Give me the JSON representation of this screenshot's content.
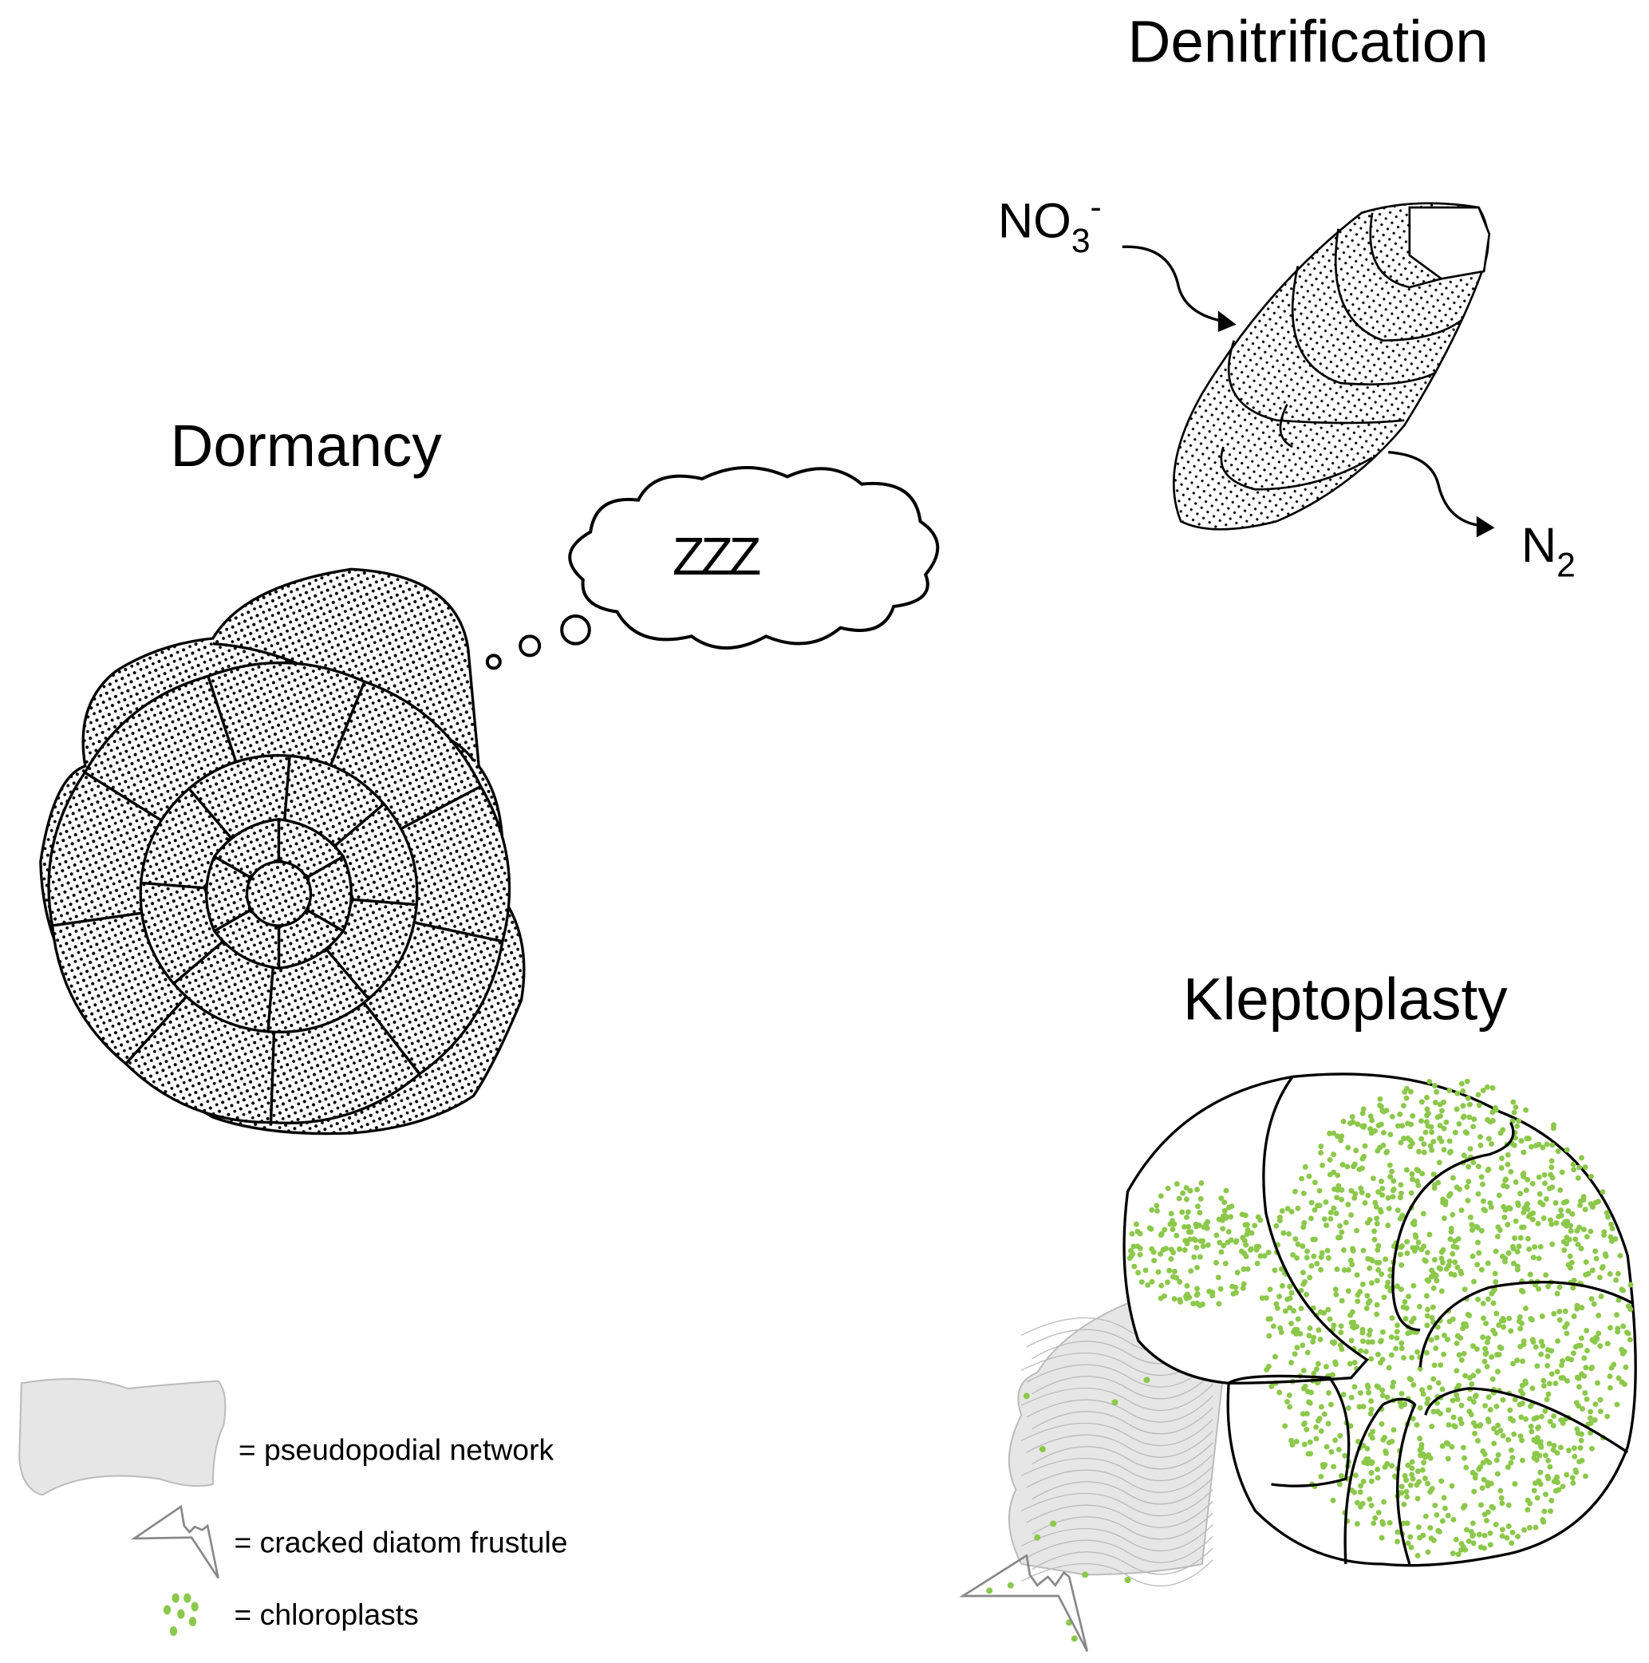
{
  "panels": {
    "dormancy": {
      "title": "Dormancy",
      "thought": "ZZZ"
    },
    "denitrification": {
      "title": "Denitrification",
      "input": "NO",
      "input_sub": "3",
      "input_sup": "-",
      "output": "N",
      "output_sub": "2"
    },
    "kleptoplasty": {
      "title": "Kleptoplasty"
    }
  },
  "legend": [
    {
      "icon": "pseudopodial-network-icon",
      "label": "= pseudopodial network"
    },
    {
      "icon": "cracked-diatom-frustule-icon",
      "label": "= cracked diatom frustule"
    },
    {
      "icon": "chloroplasts-icon",
      "label": "= chloroplasts"
    }
  ],
  "colors": {
    "chloroplast": "#8cc84b",
    "network": "#e3e3e3",
    "ink": "#000000"
  }
}
